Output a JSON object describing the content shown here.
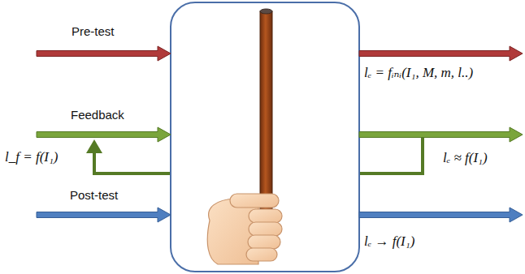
{
  "diagram": {
    "labels": [
      "Pre-test",
      "Feedback",
      "Post-test",
      "l_f = f(I₁)",
      "lₑ = fᵢₙᵢ(I₁, M, m, l..)",
      "lₑ ≈ f(I₁)",
      "lₑ → f(I₁)"
    ]
  }
}
